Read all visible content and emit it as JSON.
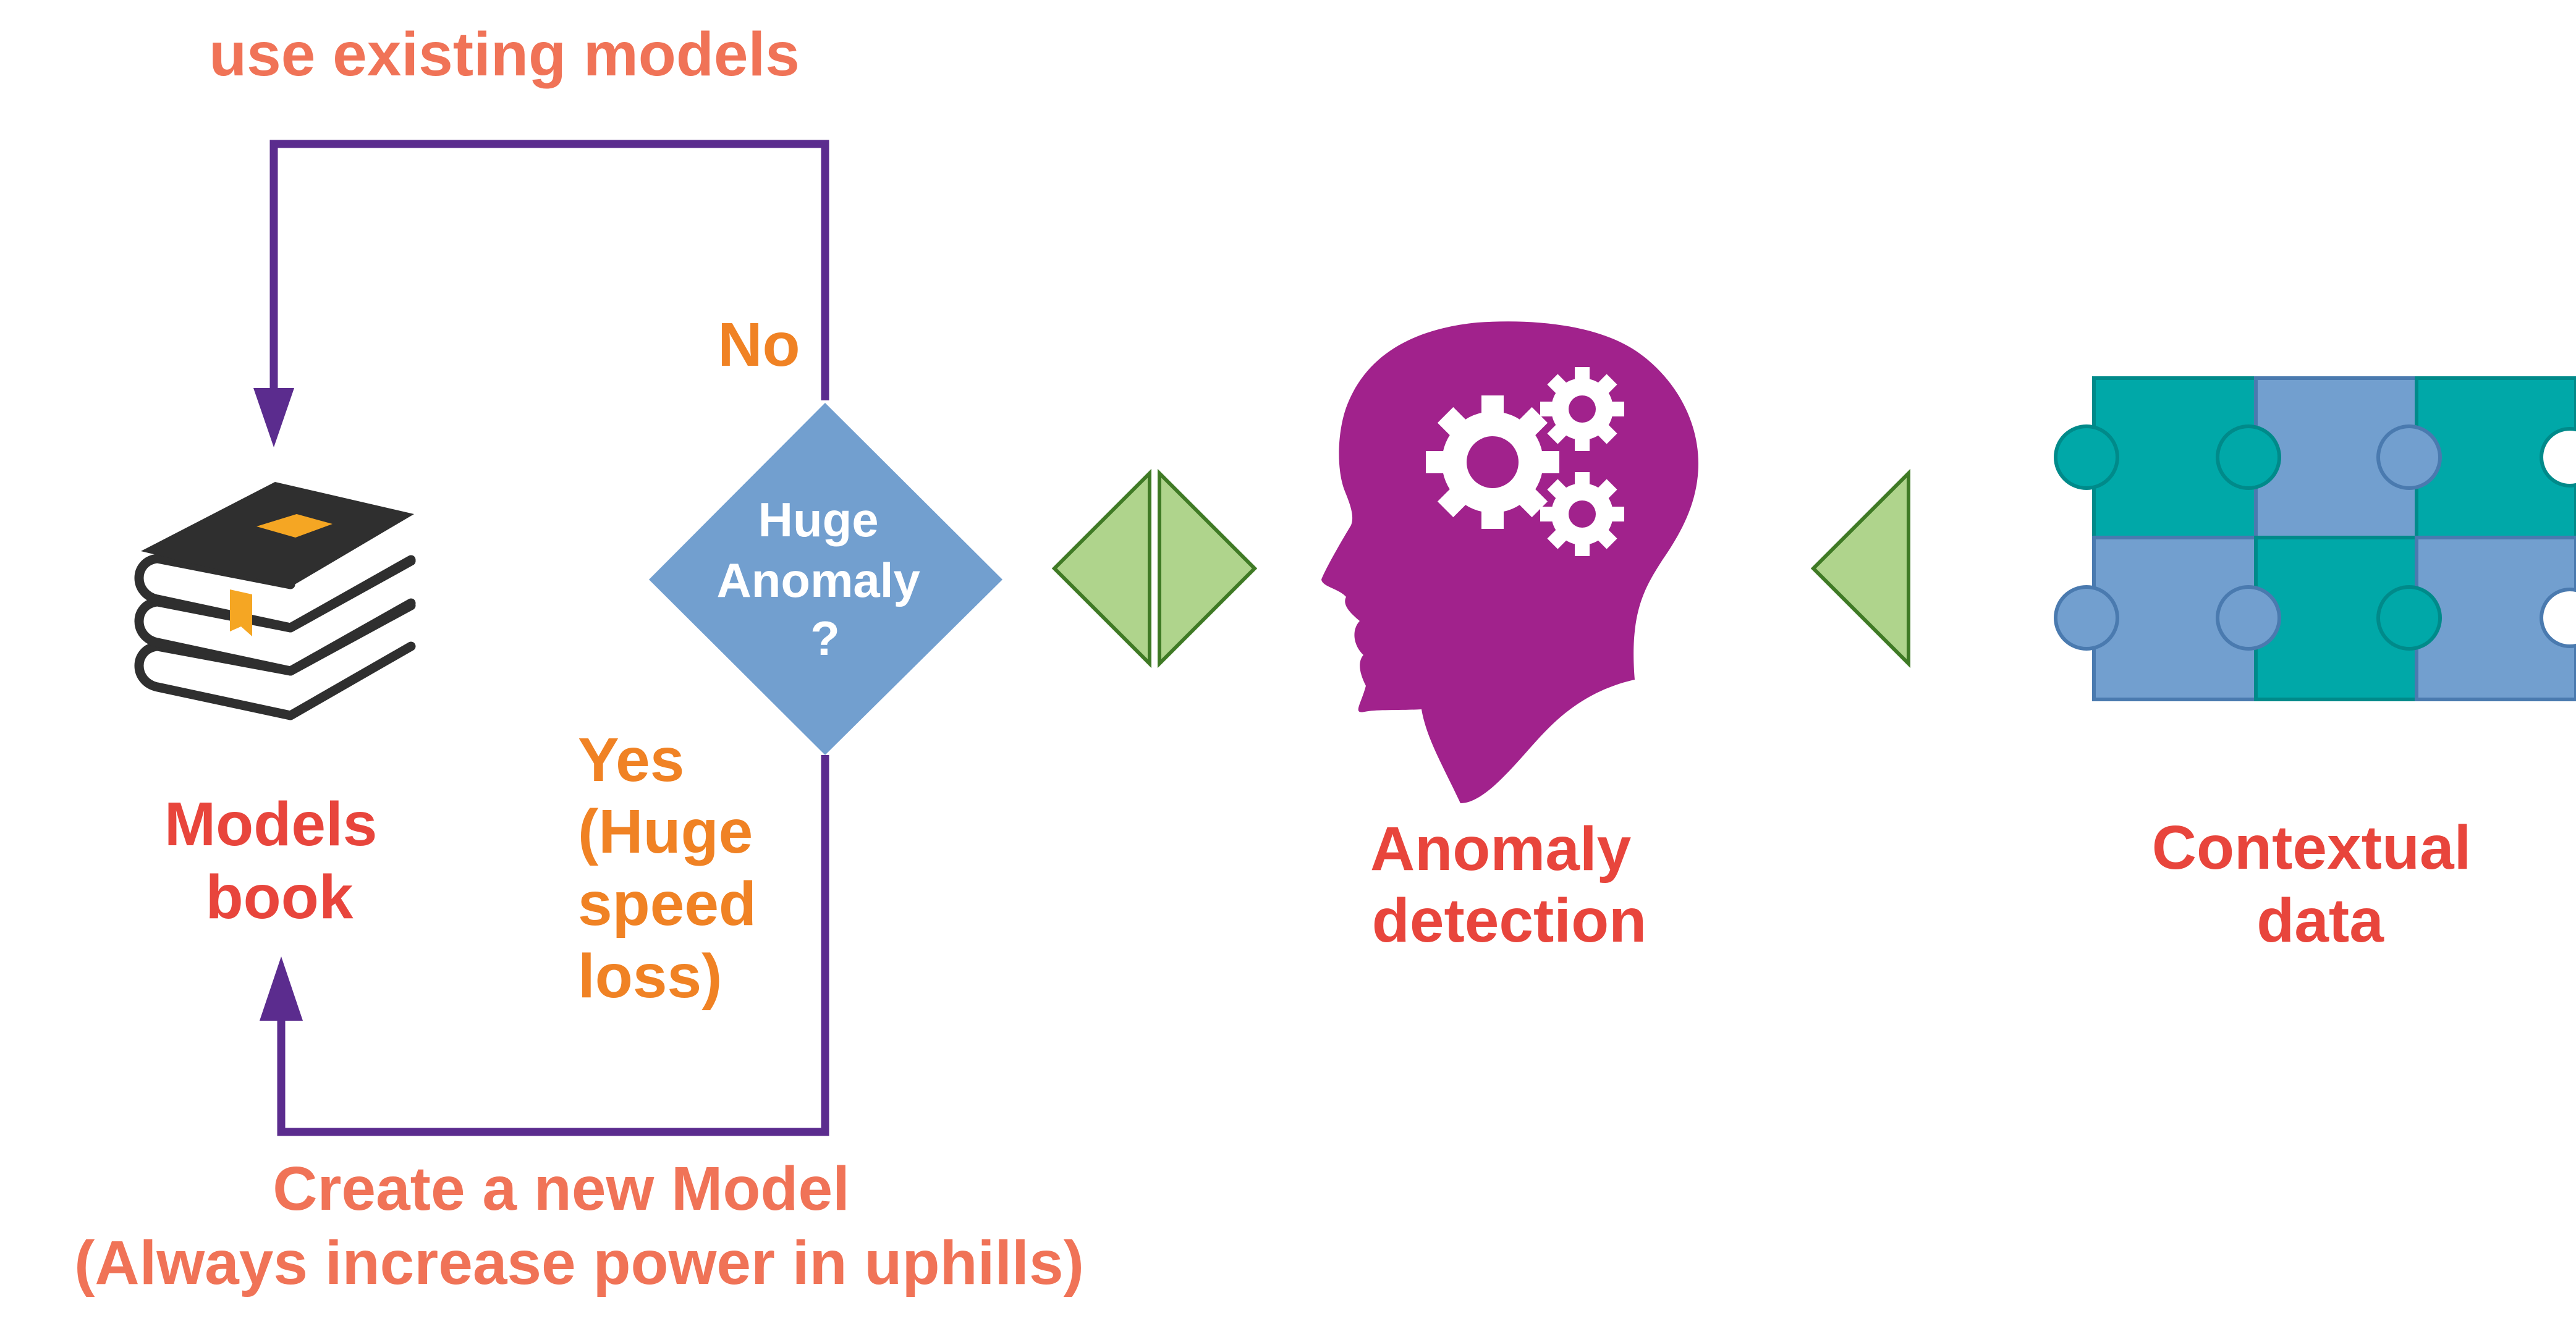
{
  "labels": {
    "top_branch": "use existing models",
    "no": "No",
    "decision": [
      "Huge",
      "Anomaly",
      "?"
    ],
    "yes": [
      "Yes",
      "(Huge",
      "speed",
      "loss)"
    ],
    "models_book": [
      "Models",
      "book"
    ],
    "anomaly_detection": [
      "Anomaly",
      "detection"
    ],
    "contextual_data": [
      "Contextual",
      "data"
    ],
    "bottom_branch": [
      "Create a new Model",
      "(Always increase power in uphills)"
    ]
  },
  "colors": {
    "salmon_text": "#F07357",
    "orange_text": "#F08224",
    "red_text": "#E8453C",
    "flow_line": "#5B2C8E",
    "decision_fill": "#729FCF",
    "head_fill": "#A1228C",
    "triangle_fill": "#AFD48C",
    "triangle_stroke": "#3F7A25",
    "puzzle_teal": "#00A8A8",
    "puzzle_blue": "#729FCF",
    "book_dark": "#2F2F2F",
    "book_accent": "#F5A623"
  },
  "icons": [
    "books-icon",
    "head-gears-icon",
    "puzzle-icon"
  ]
}
